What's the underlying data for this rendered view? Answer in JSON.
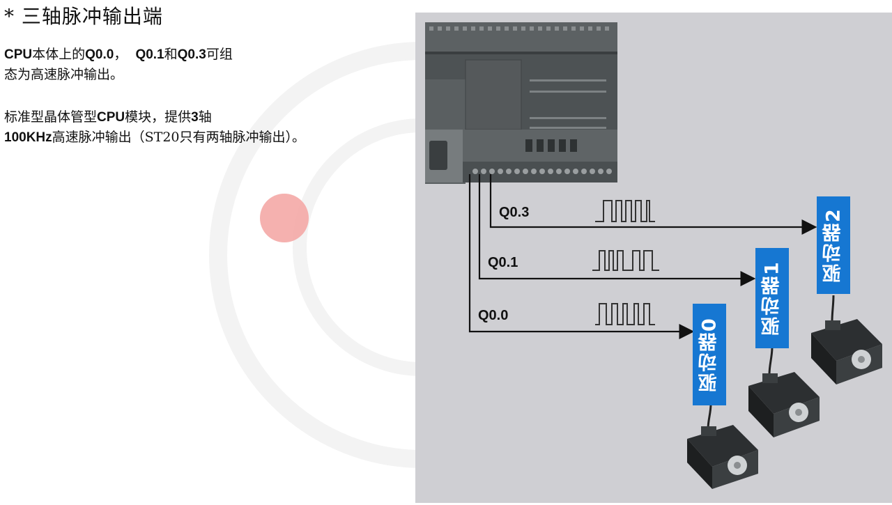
{
  "slide": {
    "title": "* 三轴脉冲输出端",
    "para1": {
      "b1": "CPU",
      "t1": "本体上的",
      "b2": "Q0.0",
      "t2": "，  ",
      "b3": "Q0.1",
      "t3": "和",
      "b4": "Q0.3",
      "t4": "可组",
      "line2": "态为高速脉冲输出。"
    },
    "para2": {
      "t1": "标准型晶体管型",
      "b1": "CPU",
      "t2": "模块，提供",
      "b2": "3",
      "t3": "轴",
      "b3": "100KHz",
      "t4": "高速脉冲输出（ST20只有两轴脉冲输出）。"
    }
  },
  "diagram": {
    "signals": [
      {
        "label": "Q0.3",
        "driver": "驱动器2"
      },
      {
        "label": "Q0.1",
        "driver": "驱动器1"
      },
      {
        "label": "Q0.0",
        "driver": "驱动器0"
      }
    ],
    "colors": {
      "driver_fill": "#1677d2",
      "background": "#cfcfd3",
      "plc_body": "#4d5254",
      "line": "#111111"
    }
  }
}
